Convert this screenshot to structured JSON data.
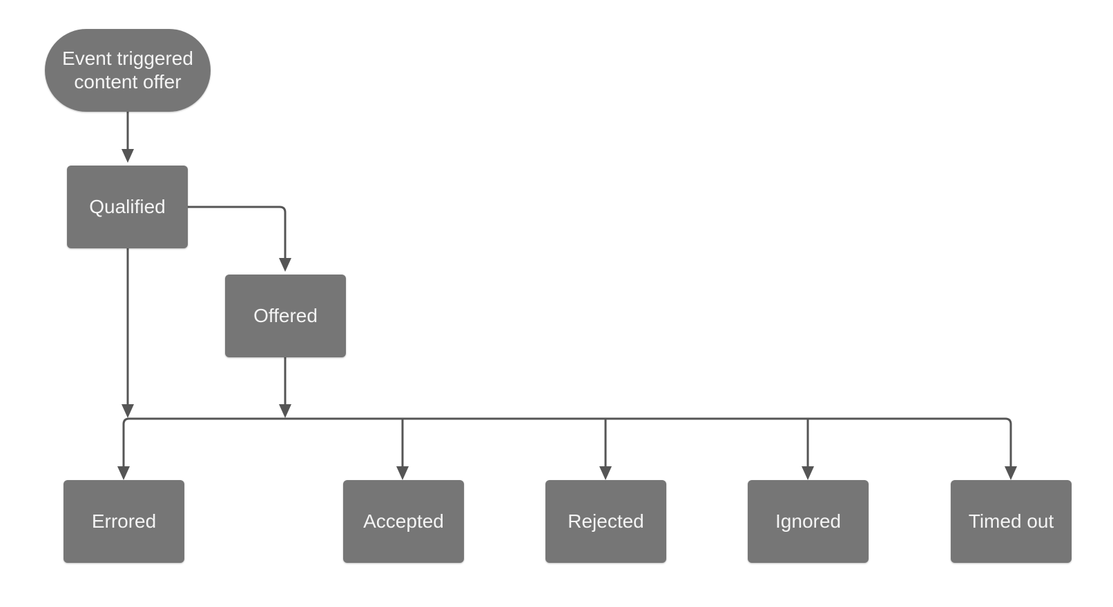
{
  "nodes": {
    "start": "Event triggered\ncontent offer",
    "qualified": "Qualified",
    "offered": "Offered",
    "errored": "Errored",
    "accepted": "Accepted",
    "rejected": "Rejected",
    "ignored": "Ignored",
    "timed_out": "Timed out"
  },
  "edges": [
    [
      "start",
      "qualified"
    ],
    [
      "qualified",
      "offered"
    ],
    [
      "qualified",
      "errored"
    ],
    [
      "qualified",
      "accepted"
    ],
    [
      "qualified",
      "rejected"
    ],
    [
      "qualified",
      "ignored"
    ],
    [
      "qualified",
      "timed_out"
    ],
    [
      "offered",
      "errored"
    ],
    [
      "offered",
      "accepted"
    ],
    [
      "offered",
      "rejected"
    ],
    [
      "offered",
      "ignored"
    ],
    [
      "offered",
      "timed_out"
    ]
  ],
  "colors": {
    "node_fill": "#767676",
    "node_text": "#f4f4f4",
    "connector": "#555555",
    "background": "#ffffff"
  }
}
